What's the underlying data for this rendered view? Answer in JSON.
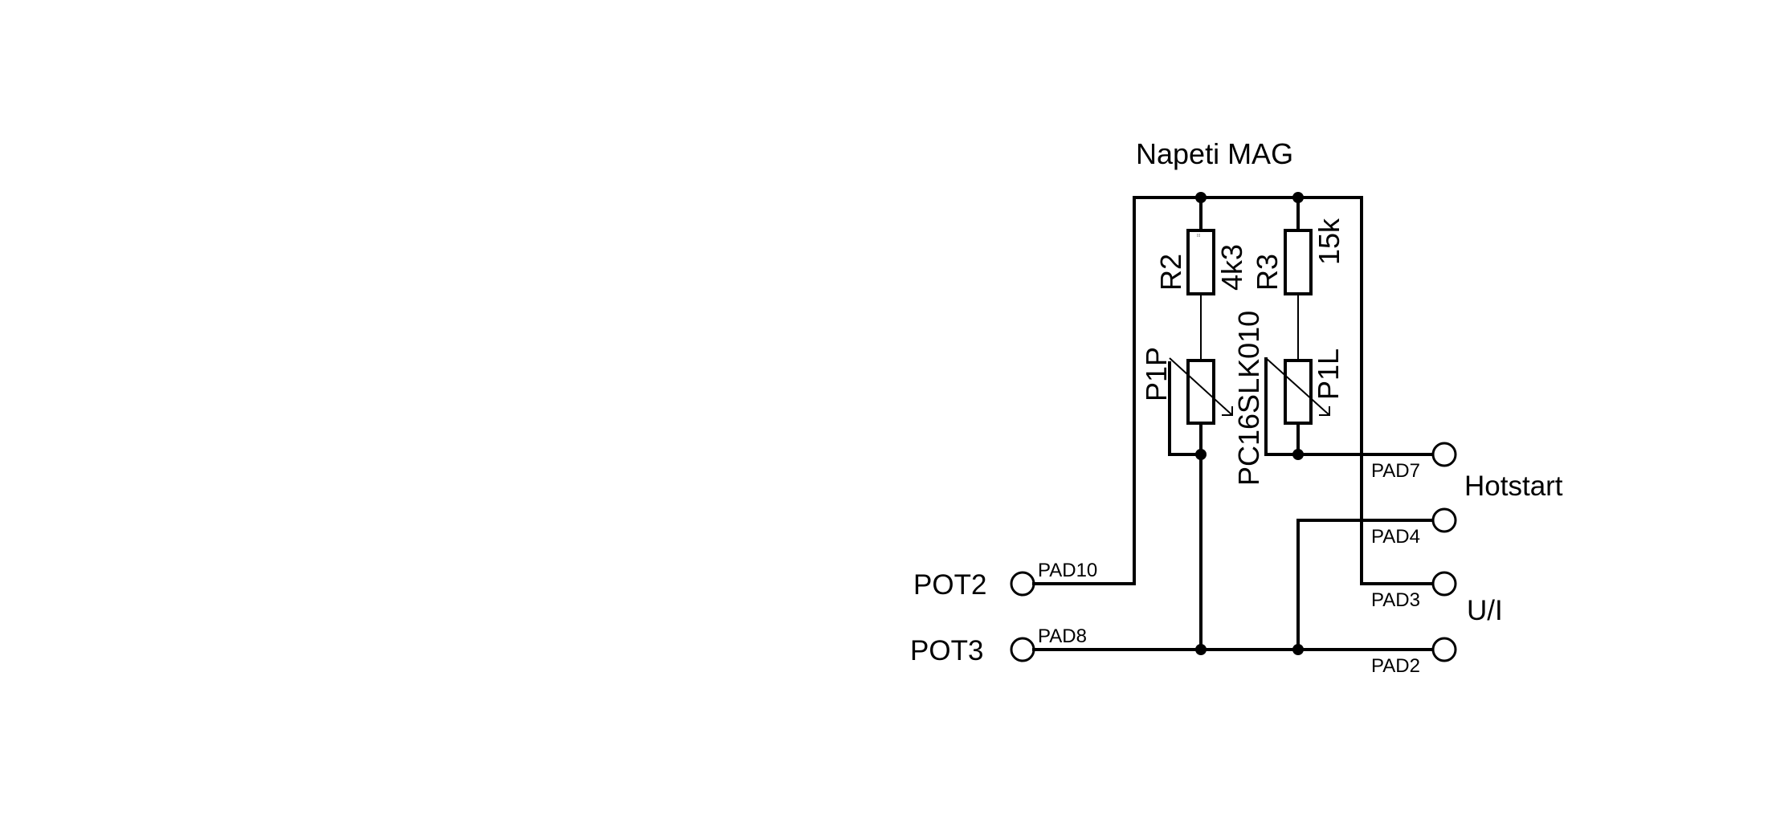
{
  "net_label": "Napeti MAG",
  "components": {
    "r2": {
      "ref": "R2",
      "value": "4k3"
    },
    "r3": {
      "ref": "R3",
      "value": "15k"
    },
    "p1p": {
      "ref": "P1P",
      "value": "PC16SLK010"
    },
    "p1l": {
      "ref": "P1L"
    }
  },
  "pads": {
    "pad10": "PAD10",
    "pad8": "PAD8",
    "pad7": "PAD7",
    "pad4": "PAD4",
    "pad3": "PAD3",
    "pad2": "PAD2"
  },
  "connectors": {
    "pot2": "POT2",
    "pot3": "POT3",
    "hotstart": "Hotstart",
    "ui": "U/I"
  }
}
